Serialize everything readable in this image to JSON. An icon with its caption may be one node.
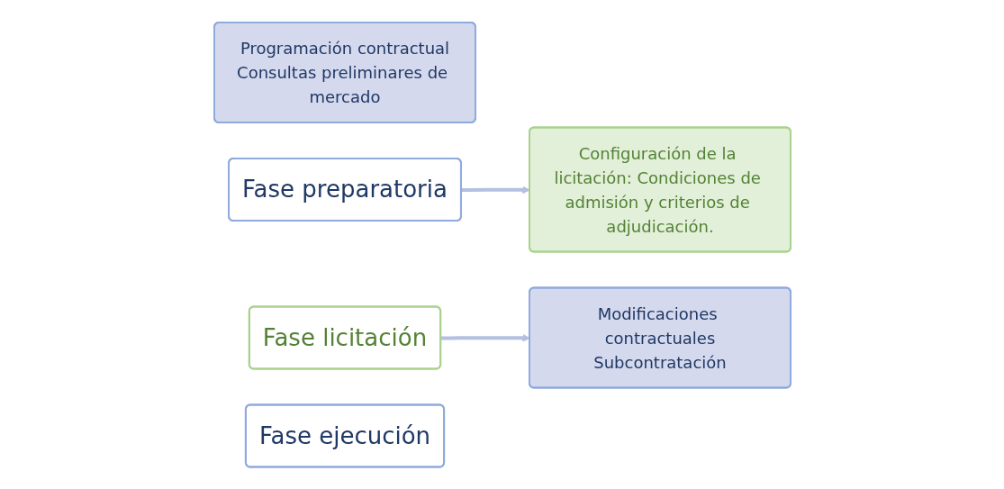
{
  "diagram": {
    "nodes": [
      {
        "text": [
          "Programación contractual",
          "Consultas preliminares de mercado"
        ]
      },
      {
        "text": [
          "Fase preparatoria"
        ]
      },
      {
        "text": [
          "Fase licitación"
        ]
      },
      {
        "text": [
          "Configuración de la licitación: Condiciones de admisión y criterios de adjudicación."
        ]
      },
      {
        "text": [
          "Modificaciones contractuales",
          "Subcontratación"
        ]
      },
      {
        "text": [
          "Fase ejecución"
        ]
      }
    ],
    "edges": [
      {
        "from": 1,
        "to": 3,
        "arrow": "to"
      },
      {
        "from": 2,
        "to": 4,
        "arrow": "to"
      }
    ]
  }
}
